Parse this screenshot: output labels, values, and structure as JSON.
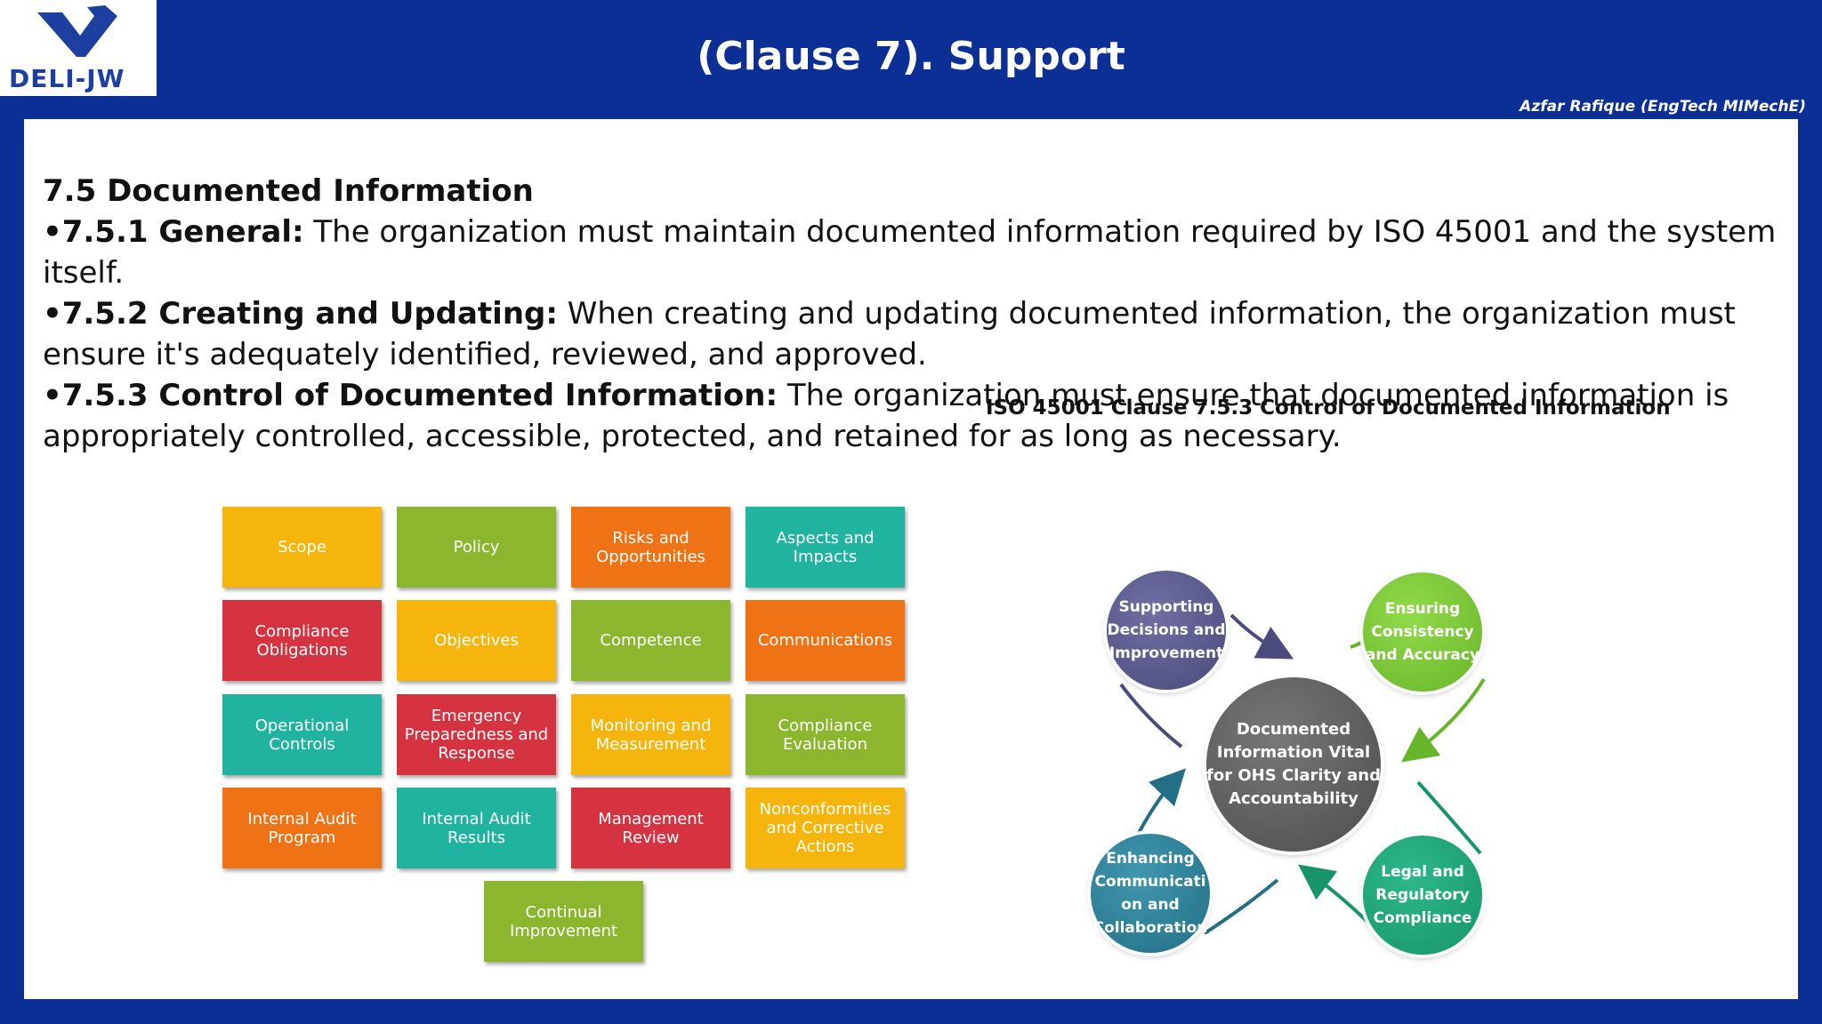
{
  "header": {
    "logo_text": "DELI-JW",
    "title": "(Clause 7). Support",
    "author": "Azfar Rafique (EngTech MIMechE)"
  },
  "main": {
    "heading": "7.5 Documented Information",
    "bullets": [
      {
        "label": "•7.5.1 General:",
        "text": " The organization must maintain documented information required by ISO 45001 and the system itself."
      },
      {
        "label": "•7.5.2 Creating and Updating:",
        "text": " When creating and updating documented information, the organization must ensure it's adequately identified, reviewed, and approved."
      },
      {
        "label": "•7.5.3 Control of Documented Information:",
        "text": " The organization must ensure that documented information is appropriately controlled, accessible, protected, and retained for as long as necessary."
      }
    ]
  },
  "grid": {
    "tiles": [
      "Scope",
      "Policy",
      "Risks and Opportunities",
      "Aspects and Impacts",
      "Compliance Obligations",
      "Objectives",
      "Competence",
      "Communications",
      "Operational Controls",
      "Emergency Preparedness and Response",
      "Monitoring and Measurement",
      "Compliance Evaluation",
      "Internal Audit Program",
      "Internal Audit Results",
      "Management Review",
      "Nonconformities and Corrective Actions",
      "Continual Improvement"
    ],
    "colors": {
      "yellow": "#f5b50d",
      "green": "#8bb62e",
      "orange": "#ef7214",
      "teal": "#1fb3a0",
      "red": "#d53340"
    }
  },
  "diagram": {
    "title": "ISO 45001 Clause 7.5.3 Control of Documented Information",
    "center": "Documented Information Vital for OHS Clarity and Accountability",
    "top_left": "Supporting Decisions and Improvement",
    "top_right": "Ensuring Consistency and Accuracy",
    "bottom_left": "Enhancing Communicati on and Collaboration",
    "bottom_right": "Legal and Regulatory Compliance"
  },
  "colors": {
    "frame": "#0b2f95",
    "content_bg": "#ffffff",
    "logo_blue": "#1d3fa0"
  }
}
